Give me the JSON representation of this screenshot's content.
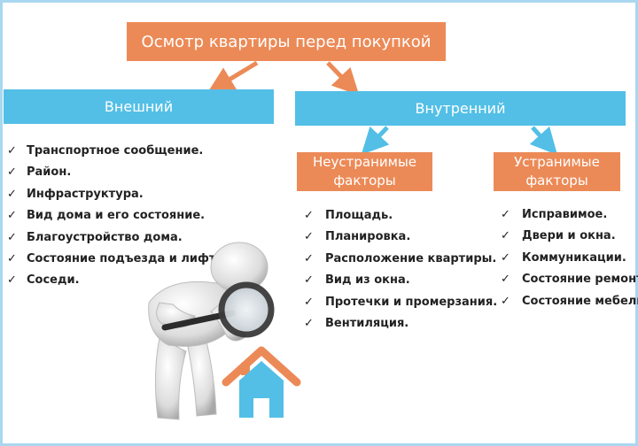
{
  "title": "Осмотр квартиры перед покупкой",
  "categories": {
    "outer": {
      "label": "Внешний",
      "items": [
        "Транспортное сообщение.",
        "Район.",
        "Инфраструктура.",
        "Вид дома и его состояние.",
        "Благоустройство дома.",
        "Состояние подъезда и лифта.",
        "Соседи."
      ]
    },
    "inner": {
      "label": "Внутренний",
      "nonfixable": {
        "label_line1": "Неустранимые",
        "label_line2": "факторы",
        "items": [
          "Площадь.",
          "Планировка.",
          "Расположение квартиры.",
          "Вид из окна.",
          "Протечки и промерзания.",
          "Вентиляция."
        ]
      },
      "fixable": {
        "label_line1": "Устранимые",
        "label_line2": "факторы",
        "items": [
          "Исправимое.",
          "Двери и окна.",
          "Коммуникации.",
          "Состояние ремонта.",
          "Состояние мебели."
        ]
      }
    }
  },
  "check_symbol": "✓",
  "colors": {
    "orange": "#ec8a57",
    "blue": "#53bfe6",
    "frame": "#a9d7f0"
  },
  "illustration": {
    "figure": "person-with-magnifier-icon",
    "house": "house-icon"
  }
}
